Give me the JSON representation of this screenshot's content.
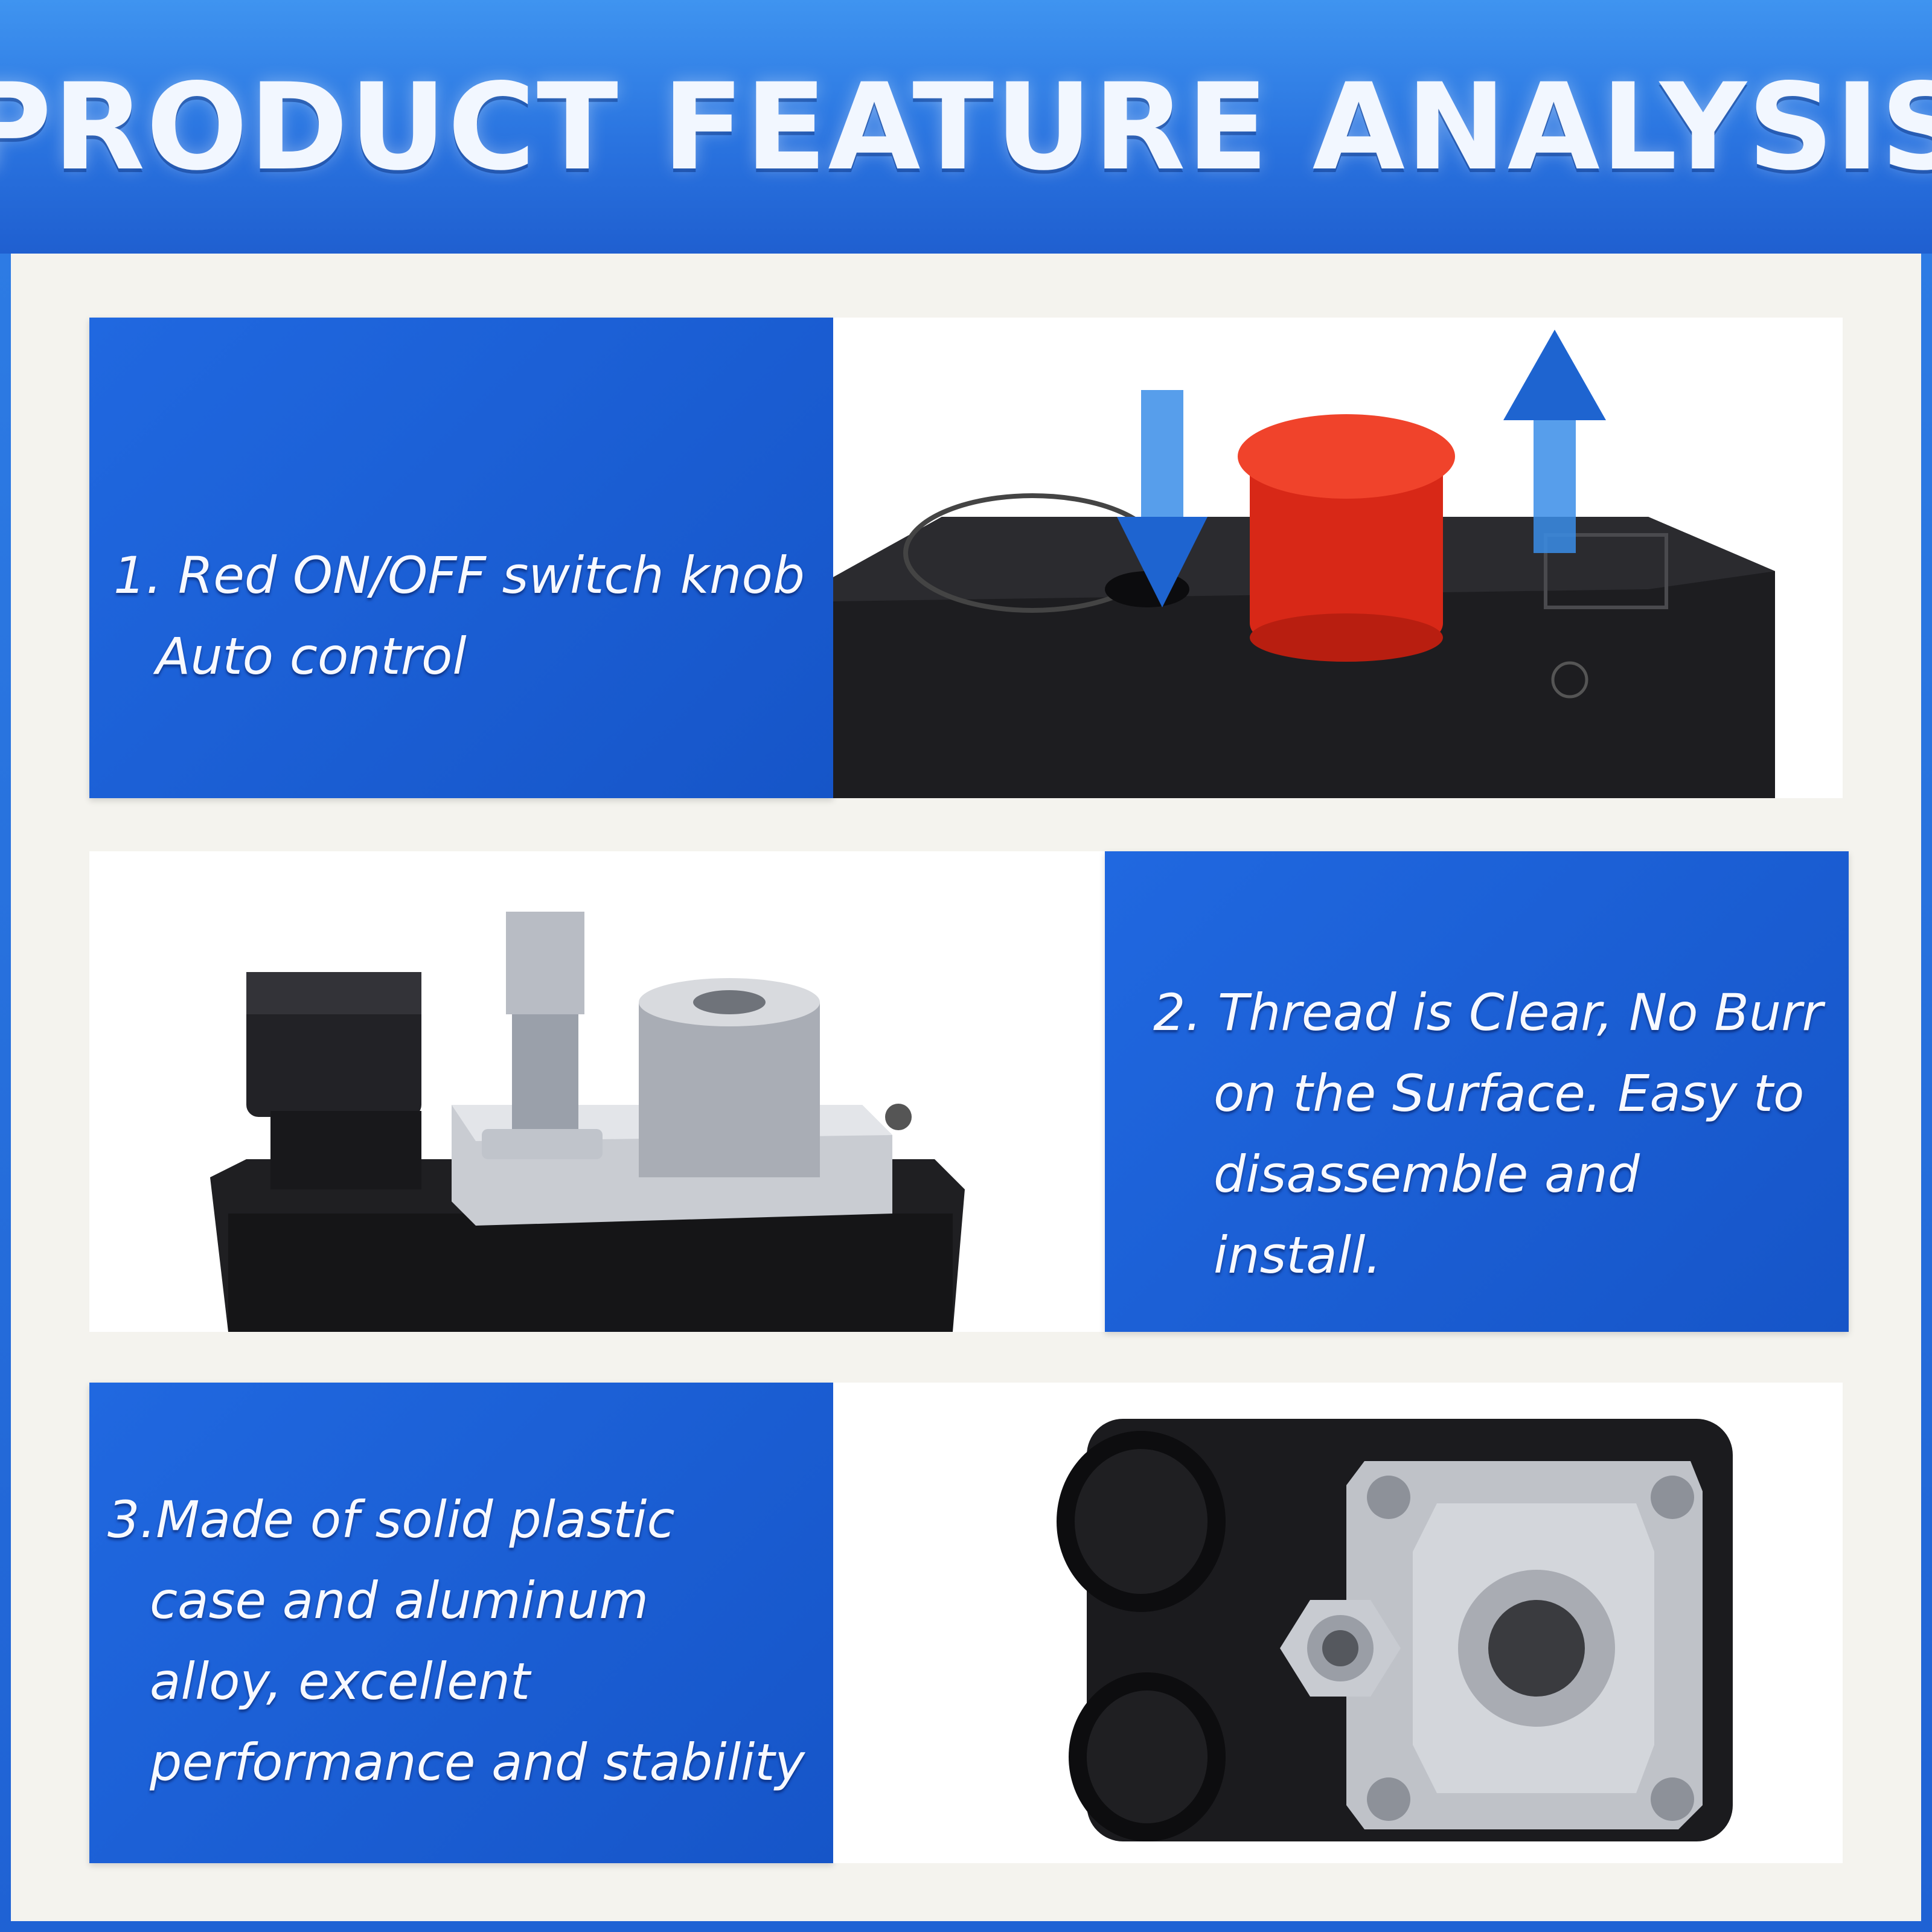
{
  "header": {
    "title": "PRODUCT FEATURE ANALYSIS"
  },
  "features": [
    {
      "lines": [
        "1. Red ON/OFF switch knob",
        "Auto control"
      ]
    },
    {
      "lines": [
        "2. Thread is Clear, No Burr",
        "on the Surface. Easy to",
        "disassemble and",
        "install."
      ]
    },
    {
      "lines": [
        "3.Made of solid plastic",
        "case and aluminum",
        "alloy, excellent",
        "performance and stability"
      ]
    }
  ],
  "colors": {
    "accent_blue": "#1f62d4",
    "knob_red": "#e8301c",
    "housing_black": "#1d1d1f"
  },
  "images": [
    {
      "icon": "switch-knob-closeup-illustration"
    },
    {
      "icon": "threaded-fitting-illustration"
    },
    {
      "icon": "switch-housing-top-view-illustration"
    }
  ]
}
